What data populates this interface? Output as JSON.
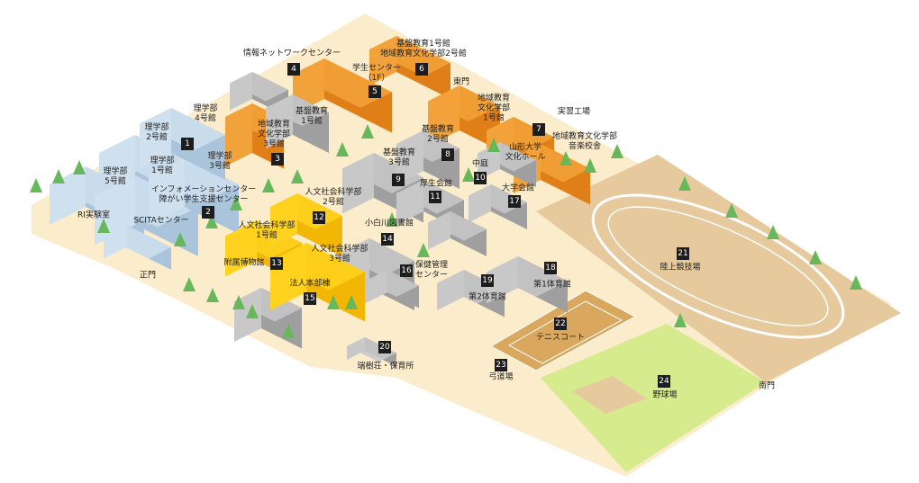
{
  "map": {
    "colors": {
      "ground": "#fbeccb",
      "blue": "#cfe0ee",
      "blue_side": "#a9c4db",
      "orange": "#f2a23a",
      "orange_side": "#e07f17",
      "yellow": "#ffd21f",
      "yellow_side": "#f2b705",
      "gray": "#c8c8c8",
      "gray_side": "#9f9f9f",
      "field": "#e6c99c",
      "grass": "#d6ea8e",
      "tree": "#67b85a"
    },
    "labels": {
      "b1": "理学部\n4号館",
      "b2": "理学部\n2号館",
      "b3": "理学部\n1号館",
      "b4": "理学部\n3号館",
      "b5": "理学部\n5号館",
      "b6": "情報ネットワークセンター",
      "b7": "基盤教育\n1号館",
      "b8": "学生センター\n（1F）",
      "b9": "基盤教育1号館\n地域教育文化学部2号館",
      "b10": "東門",
      "b11": "地域教育\n文化学部\n3号館",
      "b12": "地域教育\n文化学部\n1号館",
      "b13": "実習工場",
      "b14": "地域教育文化学部\n音楽校舎",
      "b15": "基盤教育\n2号館",
      "b16": "基盤教育\n3号館",
      "b17": "山形大学\n文化ホール",
      "b18": "中庭",
      "b19": "厚生会館",
      "b20": "大学会館",
      "b21": "インフォメーションセンター\n障がい学生支援センター",
      "b22": "RI実験室",
      "b23": "SCITAセンター",
      "b24": "人文社会科学部\n2号館",
      "b25": "人文社会科学部\n1号館",
      "b26": "人文社会科学部\n3号館",
      "b27": "小白川図書館",
      "b28": "附属博物館",
      "b29": "法人本部棟",
      "b30": "保健管理\nセンター",
      "b31": "正門",
      "b32": "第2体育館",
      "b33": "第1体育館",
      "b34": "陸上競技場",
      "b35": "テニスコート",
      "b36": "弓道場",
      "b37": "野球場",
      "b38": "南門",
      "b39": "瑞樹荘・保育所"
    },
    "markers": [
      "1",
      "2",
      "3",
      "4",
      "5",
      "6",
      "7",
      "8",
      "9",
      "10",
      "11",
      "12",
      "13",
      "14",
      "15",
      "16",
      "17",
      "18",
      "19",
      "20",
      "21",
      "22",
      "23",
      "24"
    ]
  }
}
